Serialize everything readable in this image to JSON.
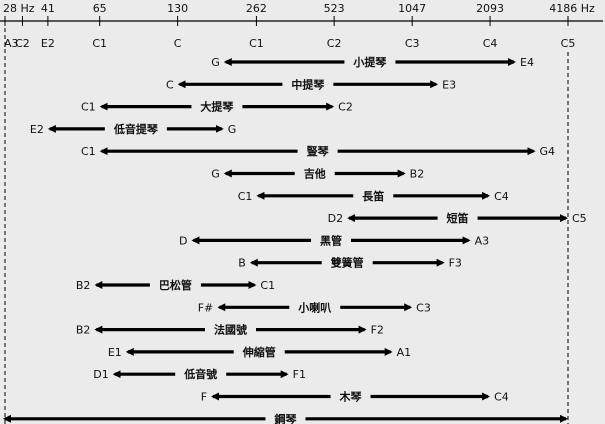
{
  "chart_data": {
    "type": "range",
    "frequencies": [
      {
        "value": 28,
        "label": "28 Hz",
        "note": "A3"
      },
      {
        "value": 41,
        "label": "41",
        "note": "E2"
      },
      {
        "value": 65,
        "label": "65",
        "note": "C1"
      },
      {
        "value": 130,
        "label": "130",
        "note": "C"
      },
      {
        "value": 262,
        "label": "262",
        "note": "C1"
      },
      {
        "value": 523,
        "label": "523",
        "note": "C2"
      },
      {
        "value": 1047,
        "label": "1047",
        "note": "C3"
      },
      {
        "value": 2093,
        "label": "2093",
        "note": "C4"
      },
      {
        "value": 4186,
        "label": "4186 Hz",
        "note": "C5"
      }
    ],
    "extra_notes": [
      {
        "value": 32.7,
        "note": "C2"
      }
    ],
    "instruments": [
      {
        "name": "小提琴",
        "low": "G",
        "high": "E4",
        "low_hz": 196,
        "high_hz": 2637
      },
      {
        "name": "中提琴",
        "low": "C",
        "high": "E3",
        "low_hz": 130,
        "high_hz": 1319
      },
      {
        "name": "大提琴",
        "low": "C1",
        "high": "C2",
        "low_hz": 65,
        "high_hz": 523
      },
      {
        "name": "低音提琴",
        "low": "E2",
        "high": "G",
        "low_hz": 41,
        "high_hz": 196
      },
      {
        "name": "豎琴",
        "low": "C1",
        "high": "G4",
        "low_hz": 65,
        "high_hz": 3136
      },
      {
        "name": "吉他",
        "low": "G",
        "high": "B2",
        "low_hz": 196,
        "high_hz": 988
      },
      {
        "name": "長笛",
        "low": "C1",
        "high": "C4",
        "low_hz": 262,
        "high_hz": 2093
      },
      {
        "name": "短笛",
        "low": "D2",
        "high": "C5",
        "low_hz": 587,
        "high_hz": 4186
      },
      {
        "name": "黑管",
        "low": "D",
        "high": "A3",
        "low_hz": 147,
        "high_hz": 1760
      },
      {
        "name": "雙簧管",
        "low": "B",
        "high": "F3",
        "low_hz": 247,
        "high_hz": 1397
      },
      {
        "name": "巴松管",
        "low": "B2",
        "high": "C1",
        "low_hz": 62,
        "high_hz": 262
      },
      {
        "name": "小喇叭",
        "low": "F#",
        "high": "C3",
        "low_hz": 185,
        "high_hz": 1047
      },
      {
        "name": "法國號",
        "low": "B2",
        "high": "F2",
        "low_hz": 62,
        "high_hz": 698
      },
      {
        "name": "伸縮管",
        "low": "E1",
        "high": "A1",
        "low_hz": 82,
        "high_hz": 880
      },
      {
        "name": "低音號",
        "low": "D1",
        "high": "F1",
        "low_hz": 73,
        "high_hz": 349
      },
      {
        "name": "木琴",
        "low": "F",
        "high": "C4",
        "low_hz": 175,
        "high_hz": 2093
      },
      {
        "name": "鋼琴",
        "low": "",
        "high": "",
        "low_hz": 27.5,
        "high_hz": 4186
      }
    ]
  }
}
